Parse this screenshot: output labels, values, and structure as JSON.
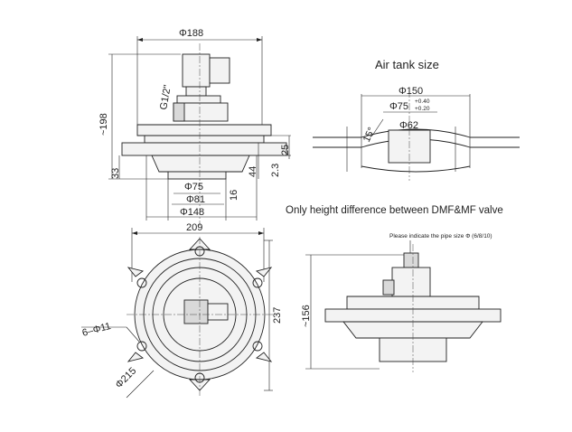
{
  "front_view": {
    "dim_width_top": "Φ188",
    "dim_height_total": "~198",
    "dim_thread": "G1/2\"",
    "dim_outlet_outer": "Φ75",
    "dim_outlet_inner": "Φ81",
    "dim_flange": "Φ148",
    "dim_flange_height": "33",
    "dim_outlet_depth": "16",
    "dim_44": "44",
    "dim_23": "2.3",
    "dim_25": "25"
  },
  "air_tank": {
    "title": "Air tank size",
    "dim_150": "Φ150",
    "dim_75": "Φ75",
    "dim_75_tol_upper": "+0.40",
    "dim_75_tol_lower": "+0.20",
    "dim_62": "Φ62",
    "dim_angle": "15°"
  },
  "note": {
    "height_difference": "Only height difference between DMF&MF valve"
  },
  "top_view": {
    "dim_width": "209",
    "dim_height": "237",
    "dim_holes": "6–Φ11",
    "dim_pcd": "Φ215"
  },
  "side_view": {
    "pipe_note": "Please indicate the pipe size Φ (6/8/10)",
    "dim_height": "~156"
  }
}
